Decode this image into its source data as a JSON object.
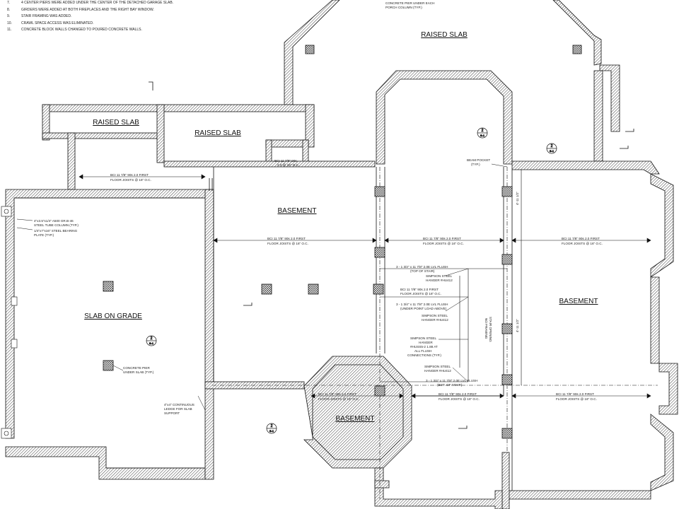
{
  "notes": [
    {
      "num": "7.",
      "text": "4 CENTER PIERS WERE ADDED UNDER THE CENTER OF THE DETACHED GARAGE SLAB."
    },
    {
      "num": "8.",
      "text": "GIRDERS WERE ADDED AT BOTH FIREPLACES AND THE RIGHT BAY WINDOW."
    },
    {
      "num": "9.",
      "text": "STAIR FRAMING WAS ADDED."
    },
    {
      "num": "10.",
      "text": "CRAWL SPACE ACCESS WAS ELIMINATED."
    },
    {
      "num": "11.",
      "text": "CONCRETE BLOCK WALLS CHANGED TO POURED CONCRETE WALLS."
    }
  ],
  "rooms": {
    "raised_slab_top": "RAISED SLAB",
    "raised_slab_left": "RAISED SLAB",
    "raised_slab_mid": "RAISED SLAB",
    "basement_center": "BASEMENT",
    "basement_right": "BASEMENT",
    "basement_bottom": "BASEMENT",
    "slab_on_grade": "SLAB ON GRADE"
  },
  "annotations": {
    "concrete_pier_1": "CONCRETE PIER UNDER EACH",
    "concrete_pier_2": "PORCH COLUMN (TYP.)",
    "steel_col_1": "4\"x3.5\"x1/4\" A500 GR.B-46",
    "steel_col_2": "STEEL TUBE COLUMN (TYP.)",
    "plate_1": "1/4\"x7\"x16\" STEEL BEARING",
    "plate_2": "PLATE (TYP.)",
    "pier_pad_1": "CONCRETE PIER",
    "pier_pad_2": "UNDER SLAB (TYP.)",
    "ledge_1": "4\"x4\" CONTINUOUS",
    "ledge_2": "LEDGE FOR SLAB",
    "ledge_3": "SUPPORT",
    "beam_pocket_1": "BEAM POCKET",
    "beam_pocket_2": "(TYP.)",
    "joist_top_1": "BCI 11 7/8\" 90s 2.0 FIRST",
    "joist_top_2": "FLOOR JOISTS @ 16\" O.C.",
    "joist_mid_l_1": "BCI 11 7/8\" 90s 2.0 FIRST",
    "joist_mid_l_2": "FLOOR JOISTS @ 16\" O.C.",
    "joist_mid_c_1": "BCI 11 7/8\" 90s 2.0 FIRST",
    "joist_mid_c_2": "FLOOR JOISTS @ 16\" O.C.",
    "joist_mid_r_1": "BCI 11 7/8\" 90s 2.0 FIRST",
    "joist_mid_r_2": "FLOOR JOISTS @ 16\" O.C.",
    "joist_bot_l_1": "BCI 11 7/8\" 90s 2.0 FIRST",
    "joist_bot_l_2": "FLOOR JOISTS @ 16\" O.C.",
    "joist_bot_c_1": "BCI 11 7/8\" 90s 2.0 FIRST",
    "joist_bot_c_2": "FLOOR JOISTS @ 16\" O.C.",
    "joist_bot_r_1": "BCI 11 7/8\" 90s 2.0 FIRST",
    "joist_bot_r_2": "FLOOR JOISTS @ 16\" O.C.",
    "header_small_1": "BCI 11 7/8\" 90s",
    "header_small_2": "2.0 @ 16\" O.C.",
    "lvl_1a": "3 - 1 3/4\" x 11 7/8\" 2.0E LVL FLUSH",
    "lvl_1b": "(TOP OF STAIR)",
    "simpson_1a": "SIMPSON STEEL",
    "simpson_1b": "HANGER #HU412",
    "joists_1a": "BCI 11 7/8\" 90s 2.0 FIRST",
    "joists_1b": "FLOOR JOISTS @ 16\" O.C.",
    "lvl_2a": "3 - 1 3/4\" x 11 7/8\" 2.0E LVL FLUSH",
    "lvl_2b": "(UNDER POINT LOAD ABOVE)",
    "simpson_2a": "SIMPSON STEEL",
    "simpson_2b": "HANGER #HU412",
    "simpson_3a": "SIMPSON STEEL",
    "simpson_3b": "HANGER",
    "simpson_3c": "#HUSS5-2 1.88 AT",
    "simpson_3d": "ALL FLUSH",
    "simpson_3e": "CONNECTIONS (TYP.)",
    "simpson_4a": "SIMPSON STEEL",
    "simpson_4b": "HANGER #HU412",
    "lvl_3a": "3 - 1 3/4\" x 11 7/8\" 2.0E LVL FLUSH",
    "lvl_3b": "(BOT. OF STAIR)",
    "stair_1": "NO FRAMING",
    "stair_2": "STAIR OPENING",
    "dim_right": "4'-11 1/2\"",
    "dim_right2": "4'-11 1/2\""
  },
  "section_marks": [
    {
      "num": "2",
      "sheet": "S-1"
    },
    {
      "num": "2",
      "sheet": "S-1"
    },
    {
      "num": "2",
      "sheet": "S-1"
    },
    {
      "num": "2",
      "sheet": "S-1"
    }
  ]
}
